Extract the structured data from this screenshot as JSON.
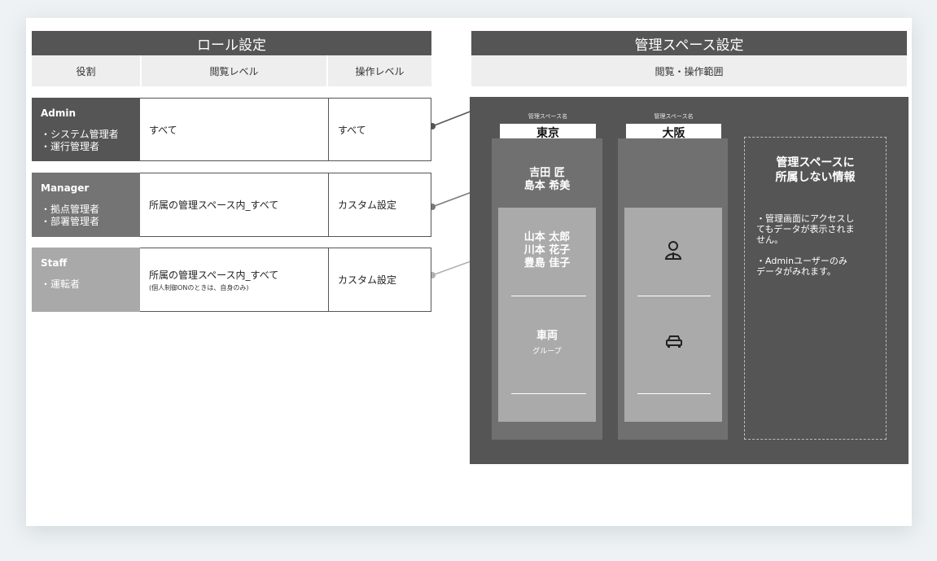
{
  "role_settings": {
    "title": "ロール設定",
    "columns": [
      "役割",
      "閲覧レベル",
      "操作レベル"
    ],
    "rows": [
      {
        "name": "Admin",
        "sub": "・システム管理者\n・運行管理者",
        "view": "すべて",
        "view_note": "",
        "operation": "すべて",
        "color": "#555555"
      },
      {
        "name": "Manager",
        "sub": "・拠点管理者\n・部署管理者",
        "view": "所属の管理スペース内_すべて",
        "view_note": "",
        "operation": "カスタム設定",
        "color": "#747474"
      },
      {
        "name": "Staff",
        "sub": "・運転者",
        "view": "所属の管理スペース内_すべて",
        "view_note": "(個人制御ONのときは、自身のみ)",
        "operation": "カスタム設定",
        "color": "#a9a9a9"
      }
    ]
  },
  "space_settings": {
    "title": "管理スペース設定",
    "subheader": "閲覧・操作範囲",
    "spaces": [
      {
        "label": "管理スペース名",
        "name": "東京",
        "managers": "吉田 匠\n島本 希美",
        "members": "山本 太郎\n川本 花子\n豊島 佳子",
        "vehicle": "車両",
        "vehicle_sub": "グループ"
      },
      {
        "label": "管理スペース名",
        "name": "大阪",
        "member_icon": "person-icon",
        "vehicle_icon": "car-icon"
      }
    ],
    "unassigned": {
      "title": "管理スペースに\n所属しない情報",
      "body": "・管理画面にアクセスし\nてもデータが表示されま\nせん。\n\n・Adminユーザーのみ\nデータがみれます。"
    }
  }
}
